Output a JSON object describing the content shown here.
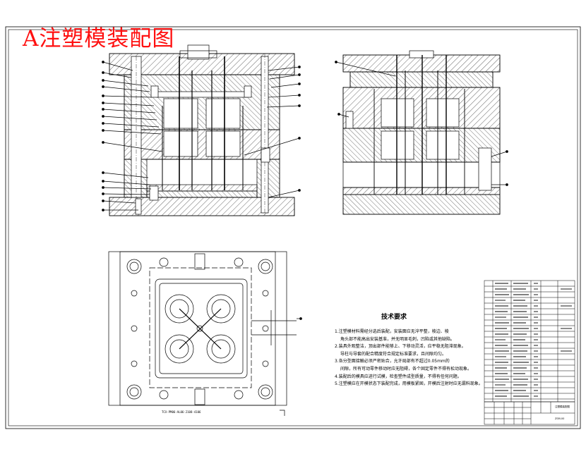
{
  "title": "A注塑模装配图",
  "technical_requirements": {
    "heading": "技术要求",
    "items": [
      "1.注塑模材料需经分选后装配，安装面应无淬平整，棱边、棱",
      "角头部不能高出安装基准，并无明显毛刺，凹陷或其他缺陷。",
      "2.装具外观整洁，顶出部件能够上、下移动灵活，应平稳无阻滞现象。",
      "导柱与导套的配合精度符合规定标准要求，且间隙均匀。",
      "3.各分型面接触必须严密贴合，允许局部有不超过0.05mm的",
      "间隙，所有可动零件移动时应无阻碍，各个固定零件不得有松动现象。",
      "4.装配后的模具应进行试模，检查塑件成型质量，不得有任何问题。",
      "5.注塑模应在开模状态下装配完成，用模板紧固，开模后注射时应无漏料现象。"
    ]
  },
  "plan_view_caption": "TCX-PM06-AL06-2108-4106",
  "title_block": {
    "drawing_label": "注塑模装配图",
    "drawing_number": "ZSM-00"
  },
  "colors": {
    "line": "#000000",
    "title": "#ff1010",
    "hatch": "#000000"
  }
}
